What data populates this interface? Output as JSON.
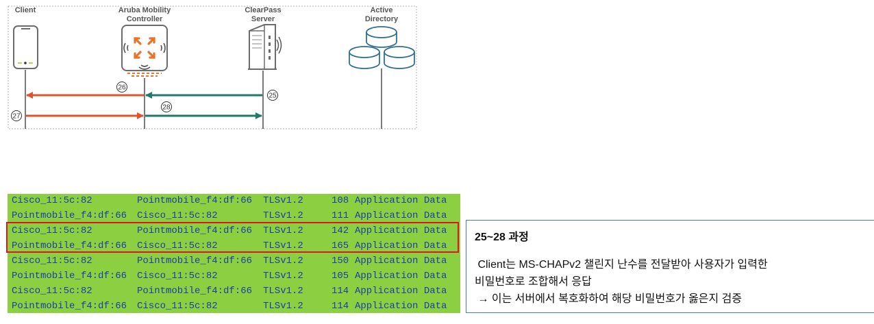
{
  "diagram": {
    "nodes": [
      {
        "id": "client",
        "label_lines": [
          "Client"
        ]
      },
      {
        "id": "controller",
        "label_lines": [
          "Aruba Mobility",
          "Controller"
        ]
      },
      {
        "id": "clearpass",
        "label_lines": [
          "ClearPass",
          "Server"
        ]
      },
      {
        "id": "ad",
        "label_lines": [
          "Active",
          "Directory"
        ]
      }
    ],
    "steps": [
      {
        "num": "25",
        "from": "clearpass",
        "to": "controller",
        "color": "#1f7a6a"
      },
      {
        "num": "26",
        "from": "controller",
        "to": "client",
        "color": "#e2532a"
      },
      {
        "num": "27",
        "from": "client",
        "to": "controller",
        "color": "#e2532a"
      },
      {
        "num": "28",
        "from": "controller",
        "to": "clearpass",
        "color": "#1f7a6a"
      }
    ]
  },
  "packets": [
    {
      "src": "Cisco_11:5c:82",
      "dst": "Pointmobile_f4:df:66",
      "proto": "TLSv1.2",
      "len": "108",
      "info": "Application Data"
    },
    {
      "src": "Pointmobile_f4:df:66",
      "dst": "Cisco_11:5c:82",
      "proto": "TLSv1.2",
      "len": "111",
      "info": "Application Data"
    },
    {
      "src": "Cisco_11:5c:82",
      "dst": "Pointmobile_f4:df:66",
      "proto": "TLSv1.2",
      "len": "142",
      "info": "Application Data",
      "highlighted": true
    },
    {
      "src": "Pointmobile_f4:df:66",
      "dst": "Cisco_11:5c:82",
      "proto": "TLSv1.2",
      "len": "165",
      "info": "Application Data",
      "highlighted": true
    },
    {
      "src": "Cisco_11:5c:82",
      "dst": "Pointmobile_f4:df:66",
      "proto": "TLSv1.2",
      "len": "150",
      "info": "Application Data"
    },
    {
      "src": "Pointmobile_f4:df:66",
      "dst": "Cisco_11:5c:82",
      "proto": "TLSv1.2",
      "len": "105",
      "info": "Application Data"
    },
    {
      "src": "Cisco_11:5c:82",
      "dst": "Pointmobile_f4:df:66",
      "proto": "TLSv1.2",
      "len": "114",
      "info": "Application Data"
    },
    {
      "src": "Pointmobile_f4:df:66",
      "dst": "Cisco_11:5c:82",
      "proto": "TLSv1.2",
      "len": "114",
      "info": "Application Data"
    }
  ],
  "note": {
    "title": "25~28 과정",
    "lines": [
      " Client는 MS-CHAPv2 챌린지 난수를 전달받아 사용자가 입력한",
      "비밀번호로 조합해서 응답",
      " → 이는 서버에서 복호화하여 해당 비밀번호가 옳은지 검증"
    ]
  },
  "colors": {
    "orange_arrow": "#e2532a",
    "teal_arrow": "#1f7a6a",
    "packet_bg": "#8ccf40",
    "packet_text": "#1a3fa6",
    "highlight_border": "#e0141e",
    "note_border": "#4a7ab3"
  }
}
